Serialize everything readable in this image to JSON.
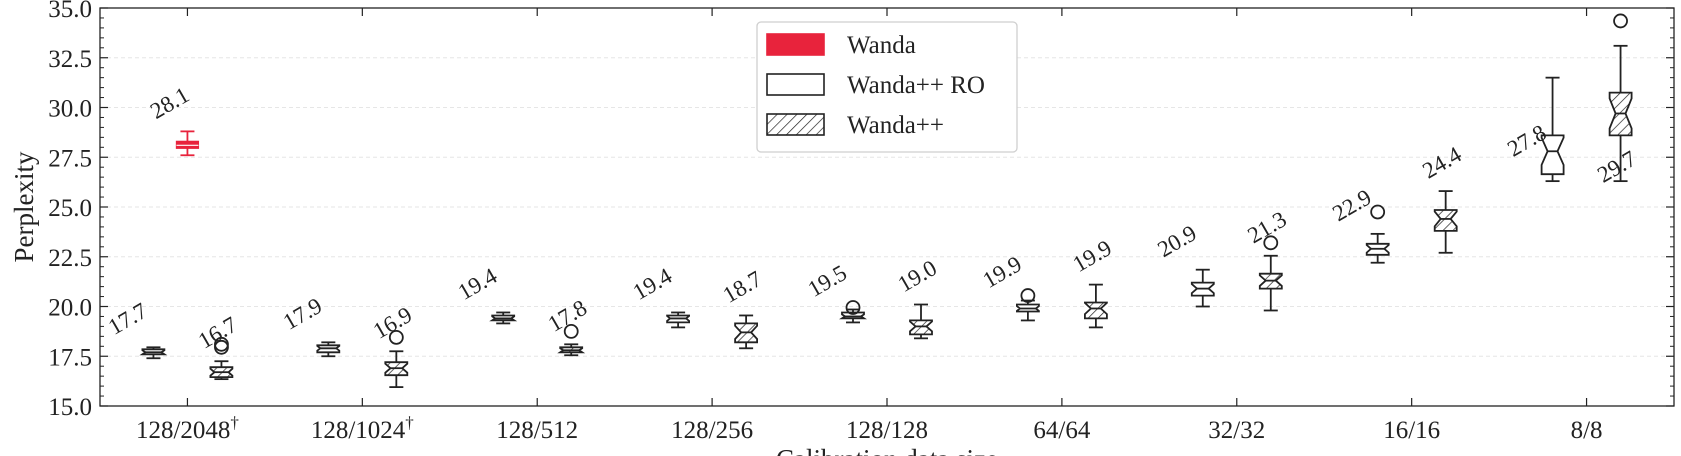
{
  "chart_data": {
    "type": "box",
    "title": "",
    "xlabel": "Calibration data size",
    "ylabel": "Perplexity",
    "ylim": [
      15.0,
      35.0
    ],
    "yticks": [
      "15.0",
      "17.5",
      "20.0",
      "22.5",
      "25.0",
      "27.5",
      "30.0",
      "32.5",
      "35.0"
    ],
    "grid": true,
    "legend": {
      "position": "top-center",
      "entries": [
        {
          "name": "Wanda",
          "style": "filled",
          "color": "#e8233c"
        },
        {
          "name": "Wanda++ RO",
          "style": "open"
        },
        {
          "name": "Wanda++",
          "style": "hatched"
        }
      ]
    },
    "categories": [
      "128/2048",
      "128/1024",
      "128/512",
      "128/256",
      "128/128",
      "64/64",
      "32/32",
      "16/16",
      "8/8"
    ],
    "category_marks": [
      "†",
      "†",
      "",
      "",
      "",
      "",
      "",
      "",
      ""
    ],
    "series": [
      {
        "name": "Wanda",
        "color": "#e8233c",
        "boxes": [
          {
            "category": "128/2048",
            "label": "28.1",
            "whisker_low": 27.6,
            "q1": 27.95,
            "median": 28.1,
            "q3": 28.3,
            "whisker_high": 28.8,
            "outliers": []
          }
        ]
      },
      {
        "name": "Wanda++ RO",
        "color": "#222222",
        "boxes": [
          {
            "category": "128/2048",
            "label": "17.7",
            "whisker_low": 17.4,
            "q1": 17.6,
            "median": 17.7,
            "q3": 17.85,
            "whisker_high": 17.95,
            "outliers": []
          },
          {
            "category": "128/1024",
            "label": "17.9",
            "whisker_low": 17.5,
            "q1": 17.7,
            "median": 17.9,
            "q3": 18.05,
            "whisker_high": 18.2,
            "outliers": []
          },
          {
            "category": "128/512",
            "label": "19.4",
            "whisker_low": 19.15,
            "q1": 19.3,
            "median": 19.4,
            "q3": 19.55,
            "whisker_high": 19.7,
            "outliers": []
          },
          {
            "category": "128/256",
            "label": "19.4",
            "whisker_low": 18.95,
            "q1": 19.2,
            "median": 19.4,
            "q3": 19.55,
            "whisker_high": 19.7,
            "outliers": []
          },
          {
            "category": "128/128",
            "label": "19.5",
            "whisker_low": 19.2,
            "q1": 19.4,
            "median": 19.5,
            "q3": 19.7,
            "whisker_high": 19.85,
            "outliers": [
              19.95
            ]
          },
          {
            "category": "64/64",
            "label": "19.9",
            "whisker_low": 19.3,
            "q1": 19.75,
            "median": 19.9,
            "q3": 20.1,
            "whisker_high": 20.3,
            "outliers": [
              20.55
            ]
          },
          {
            "category": "32/32",
            "label": "20.9",
            "whisker_low": 20.0,
            "q1": 20.55,
            "median": 20.9,
            "q3": 21.2,
            "whisker_high": 21.85,
            "outliers": []
          },
          {
            "category": "16/16",
            "label": "22.9",
            "whisker_low": 22.2,
            "q1": 22.6,
            "median": 22.9,
            "q3": 23.15,
            "whisker_high": 23.65,
            "outliers": [
              24.75
            ]
          },
          {
            "category": "8/8",
            "label": "27.8",
            "whisker_low": 26.3,
            "q1": 26.65,
            "median": 27.8,
            "q3": 28.6,
            "whisker_high": 31.5,
            "outliers": []
          }
        ]
      },
      {
        "name": "Wanda++",
        "color": "#222222",
        "boxes": [
          {
            "category": "128/2048",
            "label": "16.7",
            "whisker_low": 16.35,
            "q1": 16.45,
            "median": 16.7,
            "q3": 16.95,
            "whisker_high": 17.25,
            "outliers": [
              17.95,
              18.1
            ]
          },
          {
            "category": "128/1024",
            "label": "16.9",
            "whisker_low": 15.95,
            "q1": 16.55,
            "median": 16.9,
            "q3": 17.2,
            "whisker_high": 17.75,
            "outliers": [
              18.45
            ]
          },
          {
            "category": "128/512",
            "label": "17.8",
            "whisker_low": 17.55,
            "q1": 17.7,
            "median": 17.8,
            "q3": 17.95,
            "whisker_high": 18.1,
            "outliers": [
              18.75
            ]
          },
          {
            "category": "128/256",
            "label": "18.7",
            "whisker_low": 17.9,
            "q1": 18.2,
            "median": 18.7,
            "q3": 19.15,
            "whisker_high": 19.55,
            "outliers": []
          },
          {
            "category": "128/128",
            "label": "19.0",
            "whisker_low": 18.4,
            "q1": 18.6,
            "median": 19.0,
            "q3": 19.3,
            "whisker_high": 20.1,
            "outliers": []
          },
          {
            "category": "64/64",
            "label": "19.9",
            "whisker_low": 18.95,
            "q1": 19.4,
            "median": 19.9,
            "q3": 20.2,
            "whisker_high": 21.1,
            "outliers": []
          },
          {
            "category": "32/32",
            "label": "21.3",
            "whisker_low": 19.8,
            "q1": 20.9,
            "median": 21.3,
            "q3": 21.65,
            "whisker_high": 22.55,
            "outliers": [
              23.2
            ]
          },
          {
            "category": "16/16",
            "label": "24.4",
            "whisker_low": 22.7,
            "q1": 23.8,
            "median": 24.4,
            "q3": 24.85,
            "whisker_high": 25.8,
            "outliers": []
          },
          {
            "category": "8/8",
            "label": "29.7",
            "whisker_low": 26.3,
            "q1": 28.6,
            "median": 29.7,
            "q3": 30.75,
            "whisker_high": 33.1,
            "outliers": [
              34.35
            ]
          }
        ]
      }
    ]
  }
}
